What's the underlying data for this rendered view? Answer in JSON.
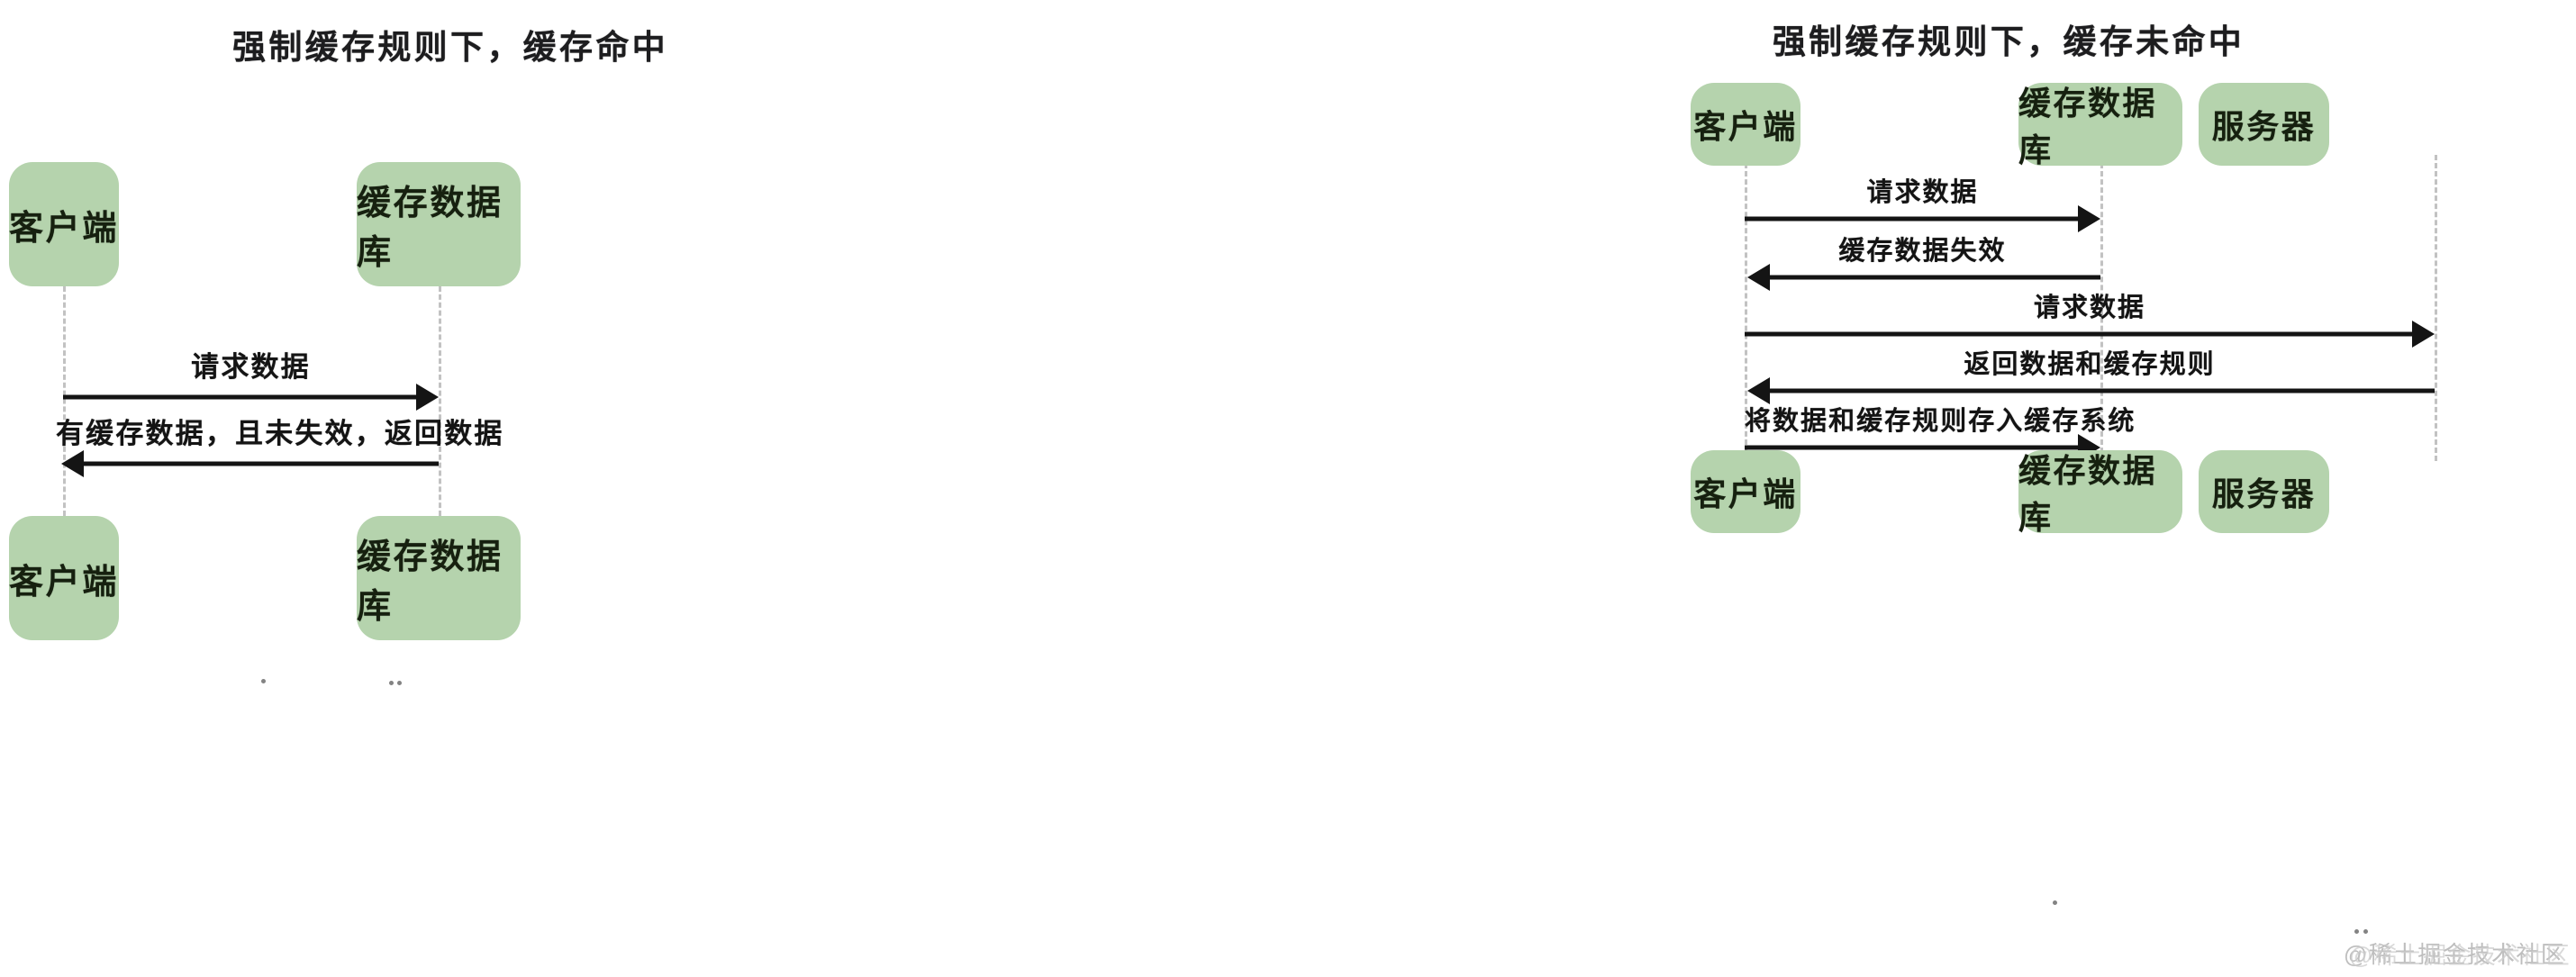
{
  "diagrams": [
    {
      "id": "cache-hit",
      "title": "强制缓存规则下，缓存命中",
      "participants": [
        {
          "name": "客户端",
          "role": "client"
        },
        {
          "name": "缓存数据库",
          "role": "cache-db"
        }
      ],
      "footer_participants": [
        {
          "name": "客户端",
          "role": "client"
        },
        {
          "name": "缓存数据库",
          "role": "cache-db"
        }
      ],
      "messages": [
        {
          "label": "请求数据",
          "from": "客户端",
          "to": "缓存数据库",
          "direction": "right"
        },
        {
          "label": "有缓存数据，且未失效，返回数据",
          "from": "缓存数据库",
          "to": "客户端",
          "direction": "left"
        }
      ]
    },
    {
      "id": "cache-miss",
      "title": "强制缓存规则下，缓存未命中",
      "participants": [
        {
          "name": "客户端",
          "role": "client"
        },
        {
          "name": "缓存数据库",
          "role": "cache-db"
        },
        {
          "name": "服务器",
          "role": "server"
        }
      ],
      "footer_participants": [
        {
          "name": "客户端",
          "role": "client"
        },
        {
          "name": "缓存数据库",
          "role": "cache-db"
        },
        {
          "name": "服务器",
          "role": "server"
        }
      ],
      "messages": [
        {
          "label": "请求数据",
          "from": "客户端",
          "to": "缓存数据库",
          "direction": "right"
        },
        {
          "label": "缓存数据失效",
          "from": "缓存数据库",
          "to": "客户端",
          "direction": "left"
        },
        {
          "label": "请求数据",
          "from": "客户端",
          "to": "服务器",
          "direction": "right"
        },
        {
          "label": "返回数据和缓存规则",
          "from": "服务器",
          "to": "客户端",
          "direction": "left"
        },
        {
          "label": "将数据和缓存规则存入缓存系统",
          "from": "客户端",
          "to": "缓存数据库",
          "direction": "right"
        }
      ]
    }
  ],
  "watermark": {
    "text": "@稀土掘金技术社区",
    "ghost_text": "@稀土掘金技术社区"
  },
  "colors": {
    "participant_fill": "#b5d3ad",
    "participant_text": "#16200f",
    "lifeline": "#c2c2c2",
    "arrow": "#141414",
    "title": "#1d1d1f",
    "background": "#ffffff",
    "watermark": "#b9b9b9"
  }
}
